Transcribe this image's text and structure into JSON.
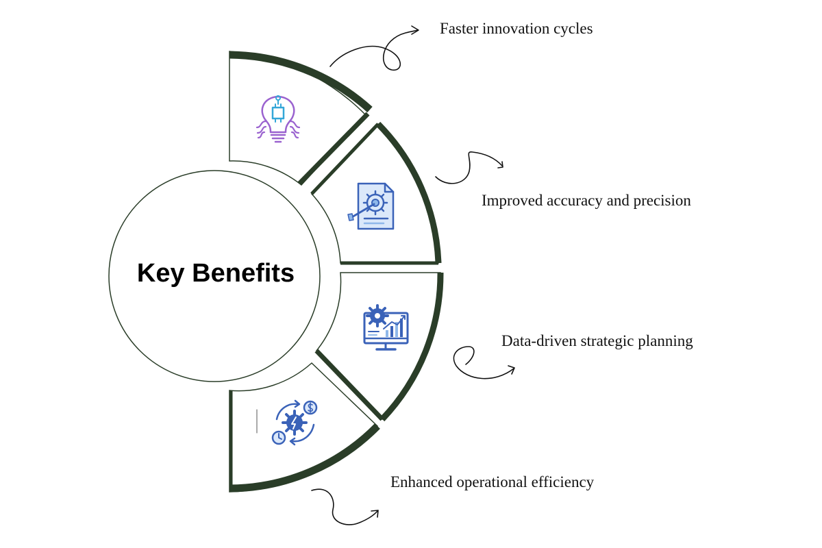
{
  "center": {
    "title": "Key Benefits"
  },
  "benefits": [
    {
      "label": "Faster innovation cycles",
      "icon": "lightbulb-chip-icon"
    },
    {
      "label": "Improved accuracy and precision",
      "icon": "document-target-icon"
    },
    {
      "label": "Data-driven strategic planning",
      "icon": "monitor-chart-gear-icon"
    },
    {
      "label": "Enhanced operational efficiency",
      "icon": "gear-cycle-dollar-icon"
    }
  ],
  "colors": {
    "ring_accent": "#2a3d28",
    "ring_dark": "#1e2d1c",
    "icon_blue": "#3a62b8",
    "icon_light_blue": "#8fb8ea",
    "icon_purple": "#9a62cf",
    "icon_cyan": "#33a7d8"
  }
}
